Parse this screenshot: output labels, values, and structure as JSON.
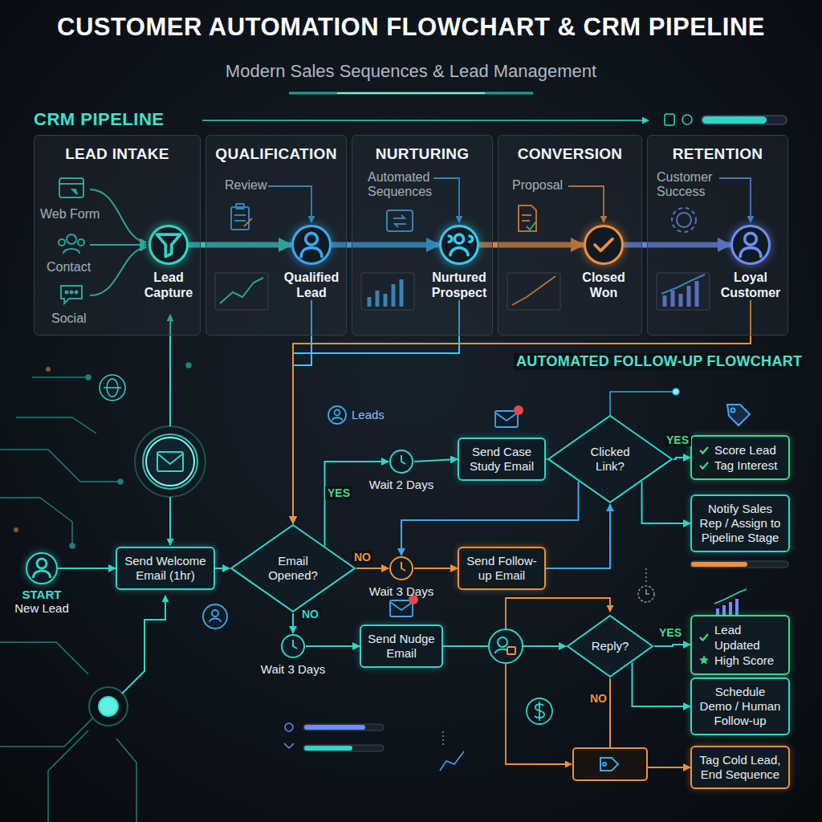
{
  "diagram": {
    "title": "CUSTOMER AUTOMATION FLOWCHART & CRM PIPELINE",
    "caption": "Modern Sales Sequences & Lead Management",
    "nodes": [
      {
        "text": [
          "LEAD INTAKE"
        ]
      },
      {
        "text": [
          "Lead Capture"
        ],
        "in": 0
      },
      {
        "text": [
          "QUALIFICATION"
        ]
      },
      {
        "text": [
          "Qualified Lead"
        ],
        "in": 2
      },
      {
        "text": [
          "NURTURING"
        ]
      },
      {
        "text": [
          "Nurtured Prospect"
        ],
        "in": 4
      },
      {
        "text": [
          "CONVERSION"
        ]
      },
      {
        "text": [
          "Closed Won"
        ],
        "in": 6
      },
      {
        "text": [
          "RETENTION"
        ]
      },
      {
        "text": [
          "Loyal Customer"
        ],
        "in": 8
      },
      {
        "text": [
          "START",
          "New Lead"
        ]
      },
      {
        "text": [
          "Send Welcome Email (1hr)"
        ]
      },
      {
        "text": [
          "Email Opened?"
        ]
      },
      {
        "text": [
          "Wait 2 Days"
        ]
      },
      {
        "text": [
          "Send Case Study Email"
        ]
      },
      {
        "text": [
          "Clicked Link?"
        ]
      },
      {
        "text": [
          "Score Lead",
          "Tag Interest"
        ]
      },
      {
        "text": [
          "Notify Sales Rep / Assign to Pipeline Stage"
        ]
      },
      {
        "text": [
          "Wait 3 Days"
        ]
      },
      {
        "text": [
          "Send Follow-up Email"
        ]
      },
      {
        "text": [
          "Wait 3 Days"
        ]
      },
      {
        "text": [
          "Send Nudge Email"
        ]
      },
      {
        "text": [
          "Reply?"
        ]
      },
      {
        "text": [
          "Lead Updated",
          "High Score"
        ]
      },
      {
        "text": [
          "Schedule Demo / Human Follow-up"
        ]
      },
      {
        "text": [
          "Tag Cold Lead, End Sequence"
        ]
      }
    ],
    "edges": [
      {
        "from": 1,
        "to": 3,
        "arrow": "to"
      },
      {
        "from": 3,
        "to": 5,
        "arrow": "to"
      },
      {
        "from": 5,
        "to": 7,
        "arrow": "to"
      },
      {
        "from": 7,
        "to": 9,
        "arrow": "to"
      },
      {
        "from": 10,
        "to": 11,
        "arrow": "to"
      },
      {
        "from": 11,
        "to": 12,
        "arrow": "to"
      },
      {
        "from": 12,
        "to": 13,
        "label": "YES",
        "arrow": "to"
      },
      {
        "from": 13,
        "to": 14,
        "arrow": "to"
      },
      {
        "from": 14,
        "to": 15,
        "arrow": "to"
      },
      {
        "from": 15,
        "to": 16,
        "label": "YES",
        "arrow": "to"
      },
      {
        "from": 15,
        "to": 17,
        "arrow": "to"
      },
      {
        "from": 12,
        "to": 18,
        "label": "NO",
        "arrow": "to"
      },
      {
        "from": 18,
        "to": 19,
        "arrow": "to"
      },
      {
        "from": 19,
        "to": 15,
        "arrow": "to"
      },
      {
        "from": 15,
        "to": 18,
        "arrow": "to"
      },
      {
        "from": 12,
        "to": 20,
        "label": "NO",
        "arrow": "to"
      },
      {
        "from": 20,
        "to": 21,
        "arrow": "to"
      },
      {
        "from": 21,
        "to": 22,
        "arrow": "to"
      },
      {
        "from": 22,
        "to": 23,
        "label": "YES",
        "arrow": "to"
      },
      {
        "from": 22,
        "to": 24,
        "arrow": "to"
      },
      {
        "from": 22,
        "to": 25,
        "label": "NO",
        "arrow": "to"
      },
      {
        "from": 3,
        "to": 12,
        "arrow": "to"
      },
      {
        "from": 5,
        "to": 12,
        "arrow": "to"
      },
      {
        "from": 9,
        "to": 12,
        "arrow": "to"
      }
    ],
    "labels": [
      "CRM PIPELINE",
      "Web Form",
      "Contact",
      "Social",
      "Review",
      "Automated Sequences",
      "Proposal",
      "Customer Success",
      "AUTOMATED FOLLOW-UP FLOWCHART",
      "Leads"
    ]
  }
}
